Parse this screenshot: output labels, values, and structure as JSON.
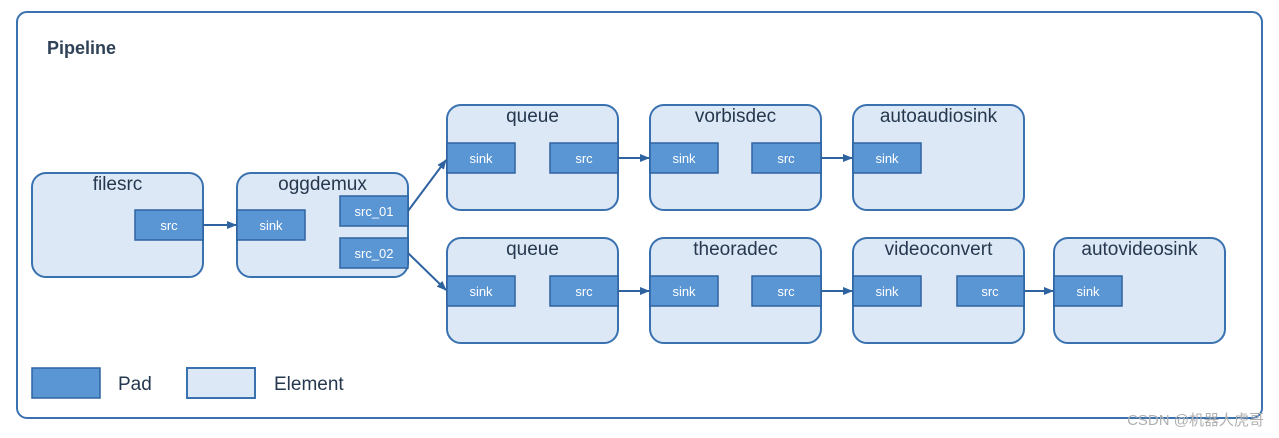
{
  "title": "Pipeline",
  "elements": [
    {
      "label": "filesrc",
      "pads": [
        {
          "label": "src"
        }
      ]
    },
    {
      "label": "oggdemux",
      "pads": [
        {
          "label": "sink"
        },
        {
          "label": "src_01"
        },
        {
          "label": "src_02"
        }
      ]
    },
    {
      "label": "queue",
      "pads": [
        {
          "label": "sink"
        },
        {
          "label": "src"
        }
      ]
    },
    {
      "label": "vorbisdec",
      "pads": [
        {
          "label": "sink"
        },
        {
          "label": "src"
        }
      ]
    },
    {
      "label": "autoaudiosink",
      "pads": [
        {
          "label": "sink"
        }
      ]
    },
    {
      "label": "queue",
      "pads": [
        {
          "label": "sink"
        },
        {
          "label": "src"
        }
      ]
    },
    {
      "label": "theoradec",
      "pads": [
        {
          "label": "sink"
        },
        {
          "label": "src"
        }
      ]
    },
    {
      "label": "videoconvert",
      "pads": [
        {
          "label": "sink"
        },
        {
          "label": "src"
        }
      ]
    },
    {
      "label": "autovideosink",
      "pads": [
        {
          "label": "sink"
        }
      ]
    }
  ],
  "legend": {
    "pad_label": "Pad",
    "element_label": "Element"
  },
  "watermark": "CSDN @机器人虎哥",
  "colors": {
    "element_fill": "#dce8f5",
    "pad_fill": "#5b96d4",
    "border": "#3a72b0"
  }
}
